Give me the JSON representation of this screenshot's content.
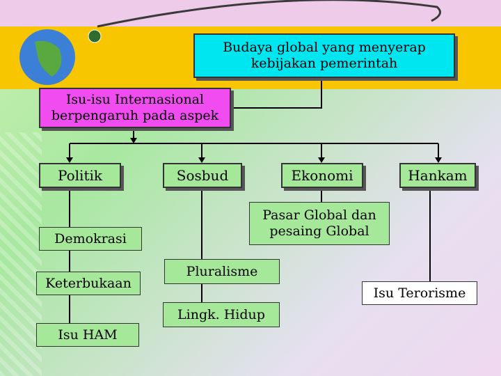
{
  "top_box": "Budaya global yang menyerap\nkebijakan pemerintah",
  "issue_box": "Isu-isu Internasional\nberpengaruh pada aspek",
  "aspects": [
    "Politik",
    "Sosbud",
    "Ekonomi",
    "Hankam"
  ],
  "politik_items": [
    "Demokrasi",
    "Keterbukaan",
    "Isu HAM"
  ],
  "sosbud_items": [
    "Pluralisme",
    "Lingk. Hidup"
  ],
  "ekonomi_item": "Pasar Global dan\npesaing Global",
  "hankam_item": "Isu Terorisme",
  "colors": {
    "cyan": "#00e6f0",
    "magenta": "#f04cf0",
    "yellow": "#f7c600",
    "green": "#a6e89a"
  }
}
